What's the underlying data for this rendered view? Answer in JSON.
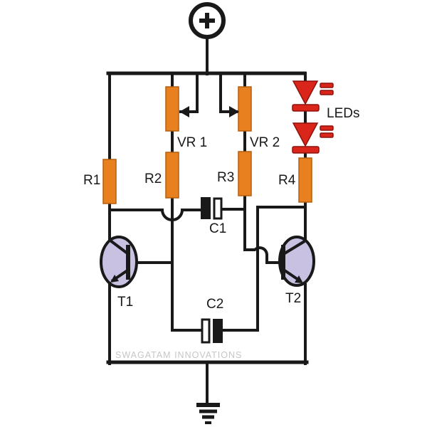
{
  "colors": {
    "background": "#ffffff",
    "wire": "#191919",
    "resistor": "#E8801F",
    "resistor_border": "#B35F10",
    "led": "#DA251A",
    "led_border": "#8E120C",
    "transistor": "#C8C1E2",
    "capacitor_plate": "#191919",
    "label": "#191919",
    "watermark": "#C6C6C6"
  },
  "power": {
    "symbol": "+"
  },
  "labels": {
    "r1": "R1",
    "r2": "R2",
    "r3": "R3",
    "r4": "R4",
    "vr1": "VR 1",
    "vr2": "VR 2",
    "c1": "C1",
    "c2": "C2",
    "t1": "T1",
    "t2": "T2",
    "leds": "LEDs"
  },
  "watermark": "SWAGATAM INNOVATIONS",
  "icons": {
    "power": "plus-icon",
    "ground": "ground-icon",
    "vr1_wiper": "arrow-left-icon",
    "vr2_wiper": "arrow-right-icon"
  }
}
